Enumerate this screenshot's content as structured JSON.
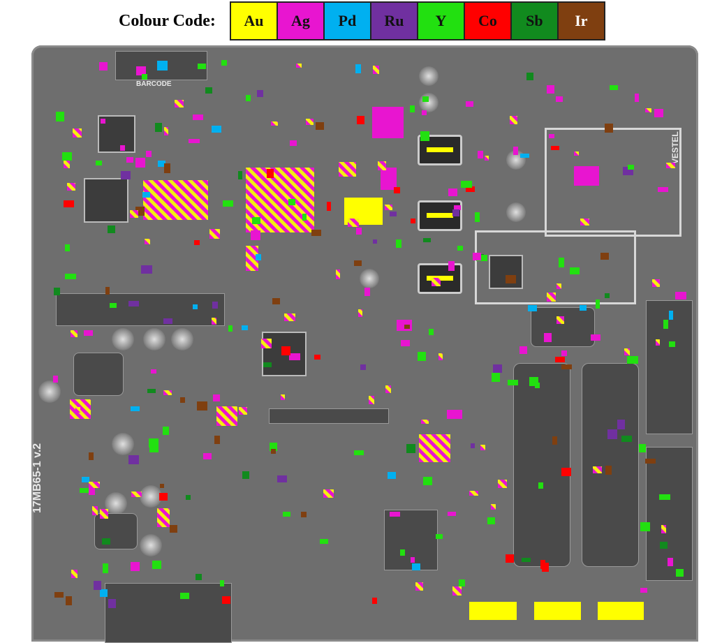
{
  "legend": {
    "title": "Colour Code:",
    "items": [
      {
        "label": "Au",
        "color": "#ffff00",
        "text_color": "#111111"
      },
      {
        "label": "Ag",
        "color": "#e815d0",
        "text_color": "#111111"
      },
      {
        "label": "Pd",
        "color": "#00b0f0",
        "text_color": "#111111"
      },
      {
        "label": "Ru",
        "color": "#7030a0",
        "text_color": "#111111"
      },
      {
        "label": "Y",
        "color": "#22e010",
        "text_color": "#111111"
      },
      {
        "label": "Co",
        "color": "#ff0000",
        "text_color": "#111111"
      },
      {
        "label": "Sb",
        "color": "#118a1e",
        "text_color": "#111111"
      },
      {
        "label": "Ir",
        "color": "#7f3f10",
        "text_color": "#ffffff"
      }
    ]
  },
  "board": {
    "barcode_label": "BARCODE",
    "brand": "VESTEL",
    "model": "17MB65-1 v.2"
  }
}
